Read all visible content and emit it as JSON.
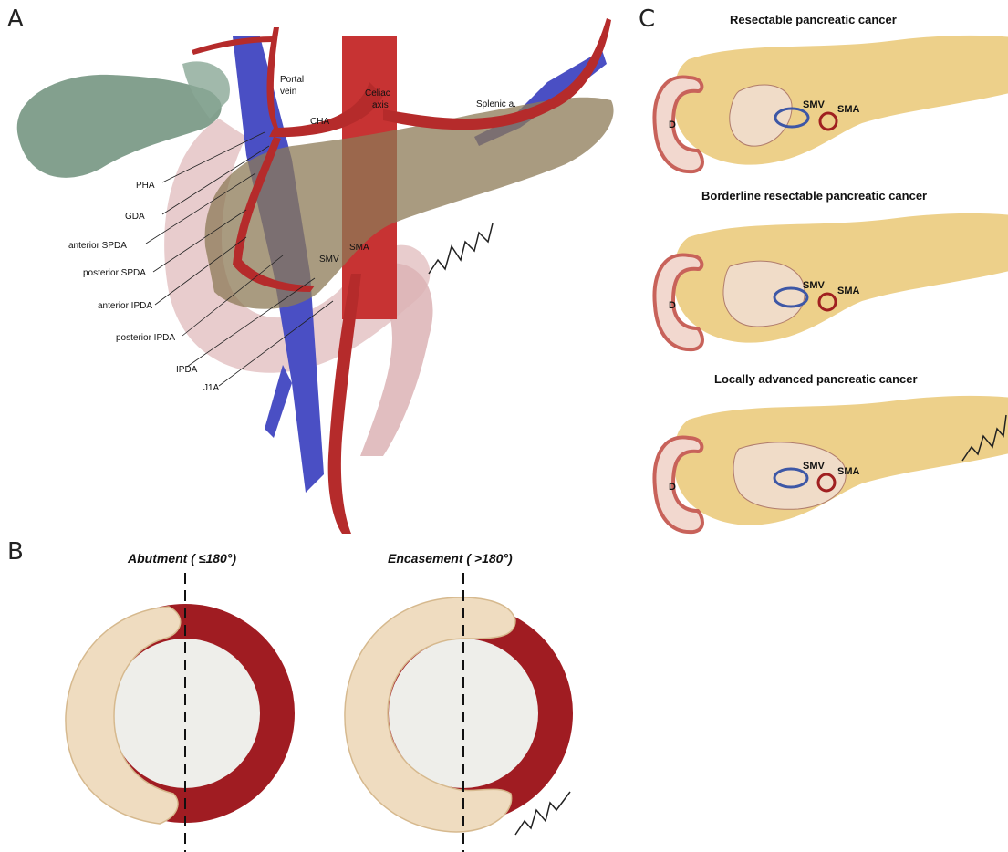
{
  "panels": {
    "a": {
      "letter": "A",
      "labels": {
        "portal_vein_1": "Portal",
        "portal_vein_2": "vein",
        "celiac_1": "Celiac",
        "celiac_2": "axis",
        "cha": "CHA",
        "splenic": "Splenic a.",
        "smv": "SMV",
        "sma": "SMA",
        "pha": "PHA",
        "gda": "GDA",
        "anterior_spda": "anterior SPDA",
        "posterior_spda": "posterior SPDA",
        "anterior_ipda": "anterior IPDA",
        "posterior_ipda": "posterior IPDA",
        "ipda": "IPDA",
        "j1a": "J1A"
      }
    },
    "b": {
      "letter": "B",
      "left_title": "Abutment ( ≤180°)",
      "right_title": "Encasement ( >180°)"
    },
    "c": {
      "letter": "C",
      "stages": [
        {
          "title": "Resectable pancreatic cancer",
          "d": "D",
          "smv": "SMV",
          "sma": "SMA"
        },
        {
          "title": "Borderline resectable pancreatic cancer",
          "d": "D",
          "smv": "SMV",
          "sma": "SMA"
        },
        {
          "title": "Locally advanced pancreatic cancer",
          "d": "D",
          "smv": "SMV",
          "sma": "SMA"
        }
      ]
    }
  },
  "colors": {
    "artery": "#b52b2b",
    "vein": "#4a4fc4",
    "pancreas": "#edd08a",
    "tumor": "#f0dcc8",
    "duodenum": "#c8625a",
    "gallbladder": "#6d8f7a"
  }
}
